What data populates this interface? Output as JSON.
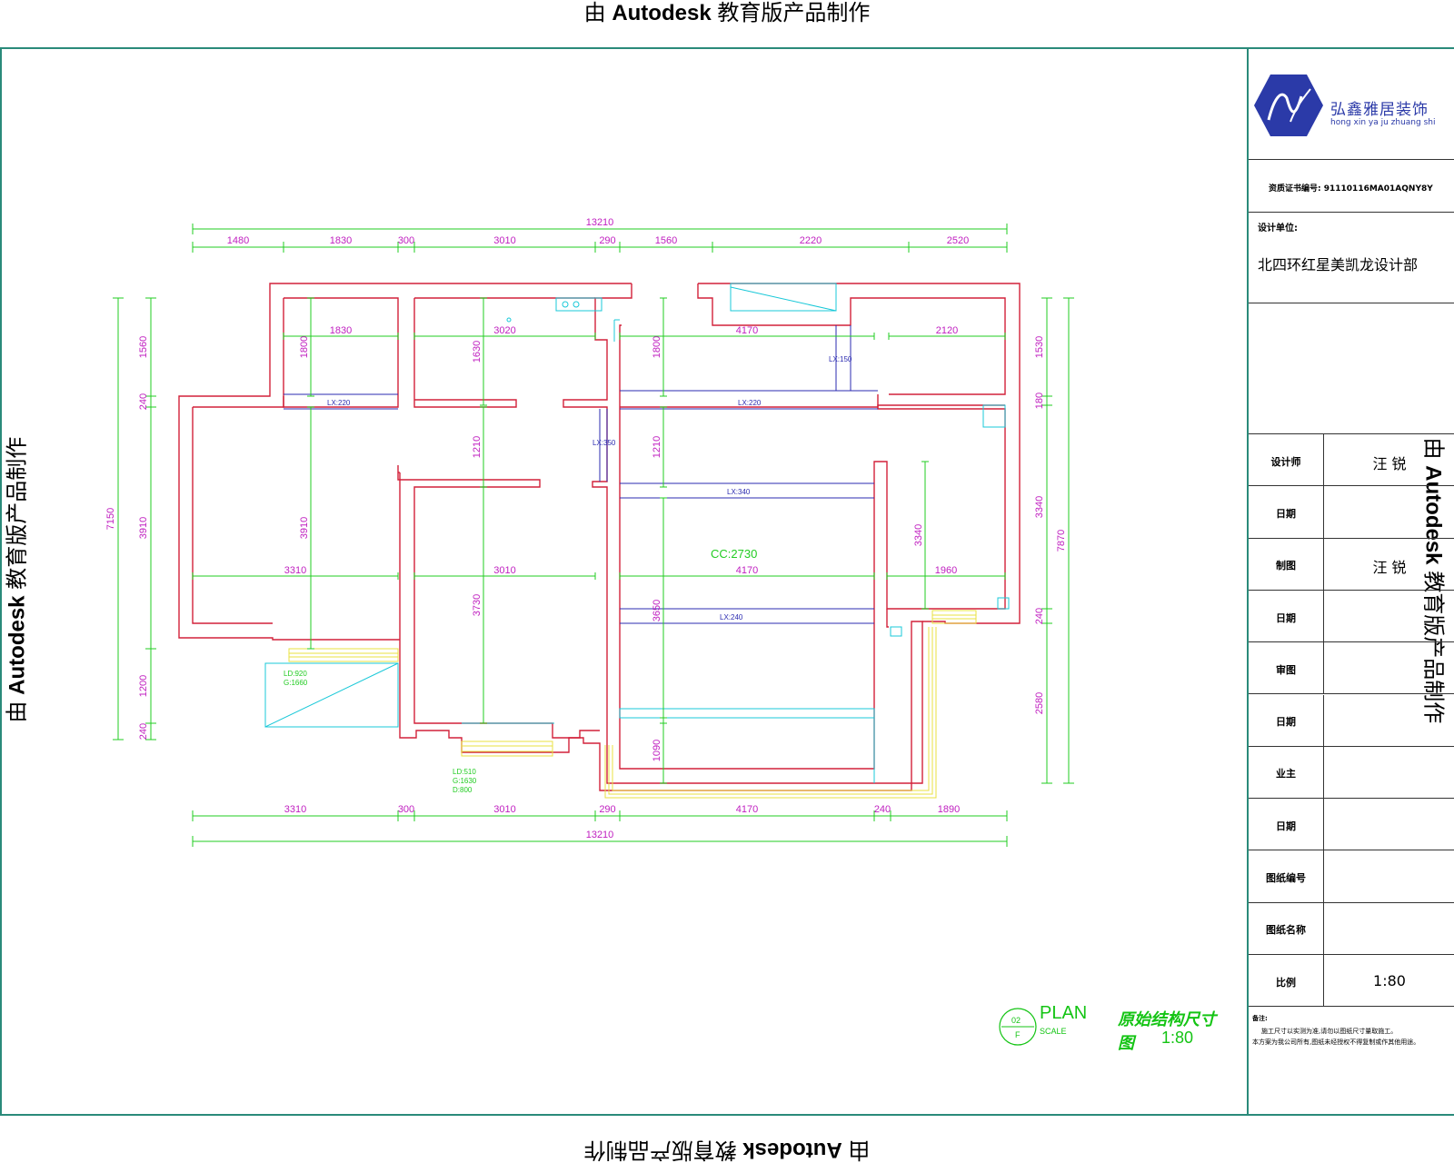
{
  "watermark": {
    "prefix": "由 ",
    "brand": "Autodesk",
    "suffix": " 教育版产品制作"
  },
  "title_block": {
    "company_cn": "弘鑫雅居装饰",
    "company_en": "hong xin ya ju zhuang shi",
    "license_label": "资质证书编号:",
    "license_value": "91110116MA01AQNY8Y",
    "design_unit_label": "设计单位:",
    "design_unit_value": "北四环红星美凯龙设计部",
    "rows": [
      {
        "label": "设计师",
        "value": "汪 锐"
      },
      {
        "label": "日期",
        "value": ""
      },
      {
        "label": "制图",
        "value": "汪 锐"
      },
      {
        "label": "日期",
        "value": ""
      },
      {
        "label": "审图",
        "value": ""
      },
      {
        "label": "日期",
        "value": ""
      },
      {
        "label": "业主",
        "value": ""
      },
      {
        "label": "日期",
        "value": ""
      },
      {
        "label": "图纸编号",
        "value": ""
      },
      {
        "label": "图纸名称",
        "value": ""
      },
      {
        "label": "比例",
        "value": "1:80"
      }
    ],
    "notes_label": "备注:",
    "notes": [
      "施工尺寸以实测为准,请勿以图纸尺寸量取施工。",
      "本方案为我公司所有,图纸未经授权不得复制或作其他用途。"
    ]
  },
  "plan_title": {
    "circle_top": "02",
    "circle_bottom": "F",
    "label_en": "PLAN",
    "label_scale": "SCALE",
    "label_cn": "原始结构尺寸图",
    "scale": "1:80"
  },
  "plan": {
    "ceiling_label": "CC:2730",
    "window_note_1": [
      "LD:920",
      "G:1660"
    ],
    "window_note_2": [
      "LD:510",
      "G:1630",
      "D:800"
    ],
    "beam_labels": [
      "LX:220",
      "LX:220",
      "LX:350",
      "LX:340",
      "LX:240",
      "LX:150"
    ],
    "top_total": "13210",
    "top_segments": [
      "1480",
      "1830",
      "300",
      "3010",
      "290",
      "1560",
      "2220",
      "2520"
    ],
    "bottom_total": "13210",
    "bottom_segments": [
      "3310",
      "300",
      "3010",
      "290",
      "4170",
      "240",
      "1890"
    ],
    "left_total": "7150",
    "left_segments": [
      "1560",
      "240",
      "3910",
      "1200",
      "240"
    ],
    "right_total": "7870",
    "right_segments": [
      "1530",
      "180",
      "3340",
      "240",
      "2580"
    ],
    "inner_h": [
      "1830",
      "3020",
      "4170",
      "2120",
      "3310",
      "3010",
      "4170",
      "1960"
    ],
    "inner_v": [
      "1800",
      "1630",
      "1800",
      "1210",
      "1210",
      "3910",
      "3730",
      "3650",
      "3340",
      "1090"
    ]
  },
  "colors": {
    "wall": "#d2213a",
    "dim": "#22cc22",
    "dim_text": "#c020c0",
    "beam": "#2b2bb0",
    "window": "#e8e040",
    "fixture": "#18c8d8",
    "frame": "#2a8a7a",
    "logo": "#2b3aa8"
  }
}
